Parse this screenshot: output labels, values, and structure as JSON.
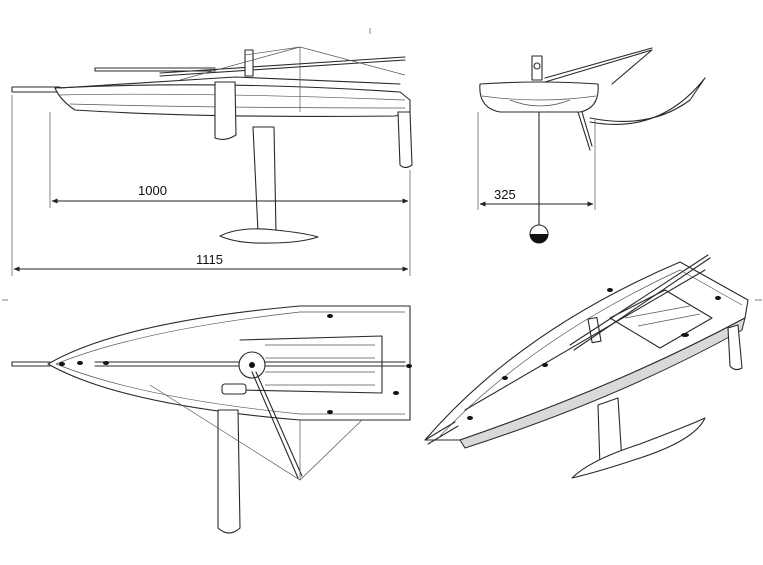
{
  "dimensions": {
    "hull_length": "1000",
    "overall_length": "1115",
    "beam": "325"
  },
  "views": [
    "side-view",
    "front-view",
    "top-view",
    "perspective-view"
  ]
}
